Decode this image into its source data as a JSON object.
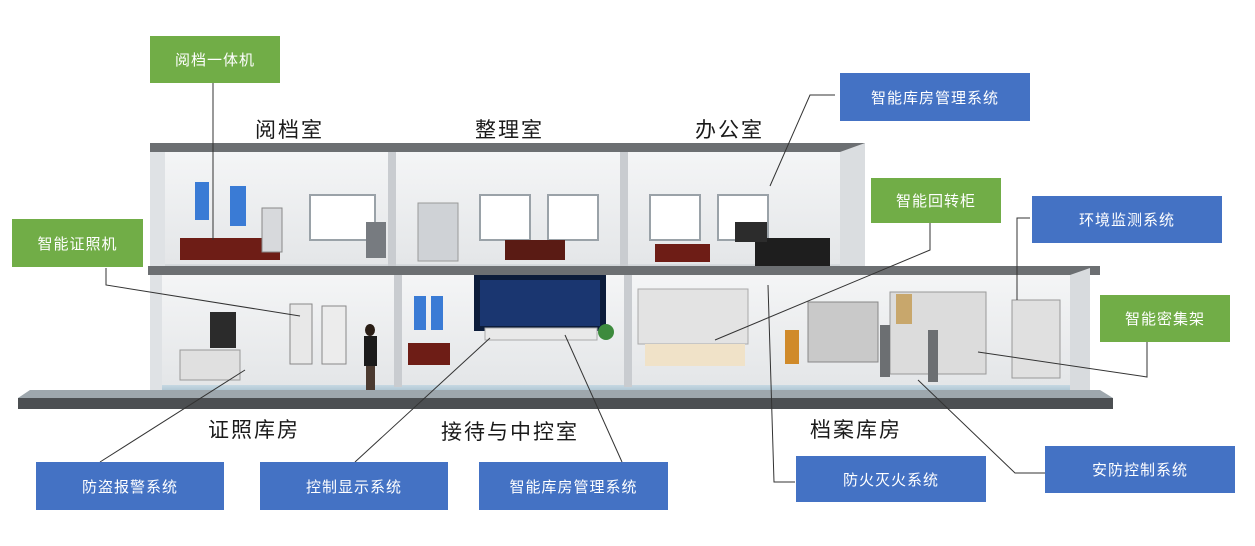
{
  "rooms": {
    "reading": "阅档室",
    "sorting": "整理室",
    "office": "办公室",
    "certificate_store": "证照库房",
    "reception_control": "接待与中控室",
    "archive_store": "档案库房"
  },
  "callouts": {
    "reading_kiosk": "阅档一体机",
    "warehouse_mgmt_top": "智能库房管理系统",
    "rotary_cabinet": "智能回转柜",
    "env_monitor": "环境监测系统",
    "certificate_machine": "智能证照机",
    "compact_shelf": "智能密集架",
    "anti_theft_alarm": "防盗报警系统",
    "display_control": "控制显示系统",
    "warehouse_mgmt_bottom": "智能库房管理系统",
    "fire_suppression": "防火灭火系统",
    "security_control": "安防控制系统"
  },
  "colors": {
    "green": "#71ad47",
    "blue": "#4472c4"
  }
}
